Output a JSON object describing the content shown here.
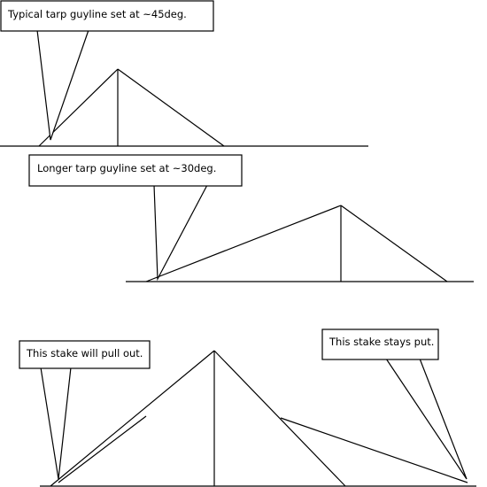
{
  "callouts": {
    "top": "Typical tarp guyline set at ~45deg.",
    "middle": "Longer tarp guyline set at ~30deg.",
    "bottom_left": "This stake will pull out.",
    "bottom_right": "This stake stays put."
  },
  "colors": {
    "line": "#000000",
    "background": "#ffffff"
  }
}
